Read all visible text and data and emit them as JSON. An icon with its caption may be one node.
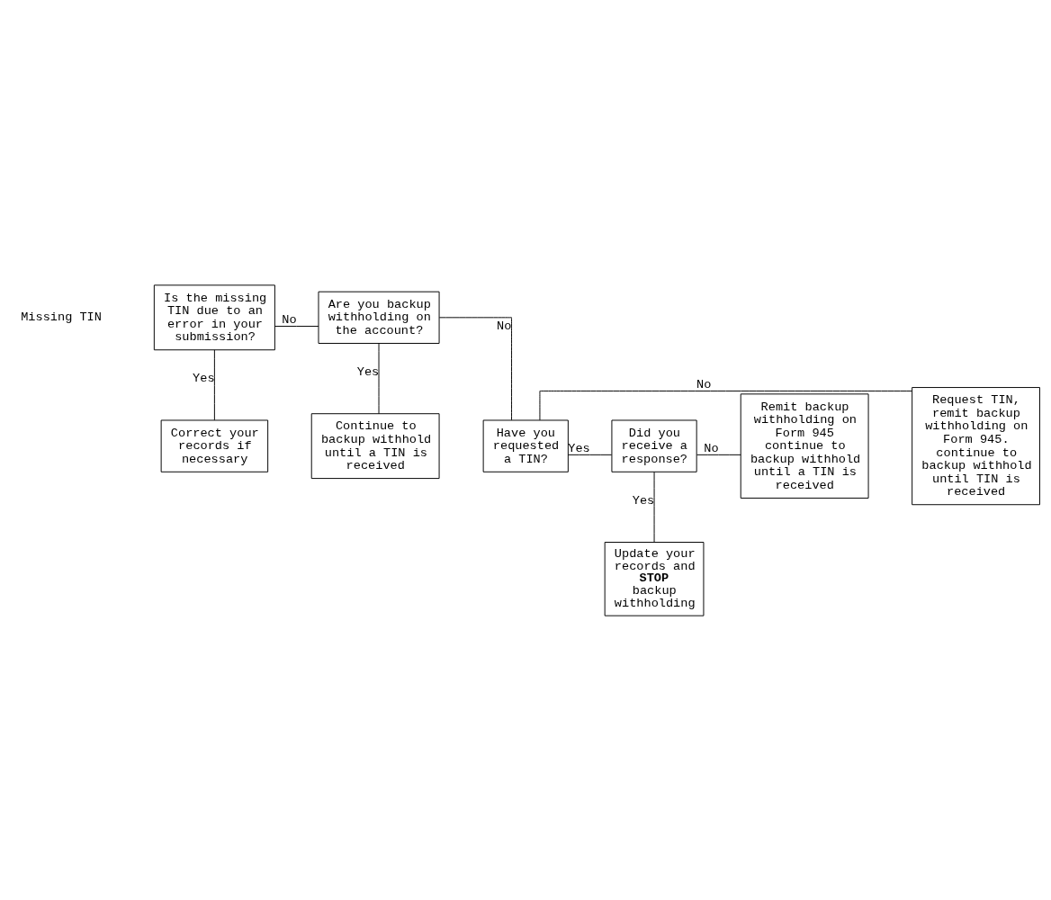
{
  "diagram": {
    "nodes": [
      {
        "text": [
          "Is the missing TIN due to an error in your submission?"
        ]
      },
      {
        "text": [
          "Are you backup withholding on the account?"
        ]
      },
      {
        "text": [
          "Correct your records if necessary"
        ]
      },
      {
        "text": [
          "Continue to backup withhold until a TIN is received"
        ]
      },
      {
        "text": [
          "Request TIN, remit backup withholding on Form 945. continue to backup withhold until TIN is received"
        ]
      },
      {
        "text": [
          "Have you requested a TIN?"
        ]
      },
      {
        "text": [
          "Did you receive a response?"
        ]
      },
      {
        "text": [
          "Remit backup withholding on Form 945 continue to backup withhold until a TIN is received"
        ]
      },
      {
        "text": [
          "Update your records and **STOP** backup withholding"
        ]
      }
    ],
    "edges": [
      {
        "from": 0,
        "to": 1,
        "arrow": "none",
        "label": "No"
      },
      {
        "from": 0,
        "to": 2,
        "arrow": "none",
        "label": "Yes"
      },
      {
        "from": 1,
        "to": 3,
        "arrow": "none",
        "label": "Yes"
      },
      {
        "from": 1,
        "to": 5,
        "arrow": "none",
        "label": "No"
      },
      {
        "from": 5,
        "to": 4,
        "arrow": "none",
        "label": "No"
      },
      {
        "from": 5,
        "to": 6,
        "arrow": "none",
        "label": "Yes"
      },
      {
        "from": 6,
        "to": 7,
        "arrow": "none",
        "label": "No"
      },
      {
        "from": 6,
        "to": 8,
        "arrow": "none",
        "label": "Yes"
      }
    ],
    "labels": [
      "Missing TIN"
    ]
  }
}
